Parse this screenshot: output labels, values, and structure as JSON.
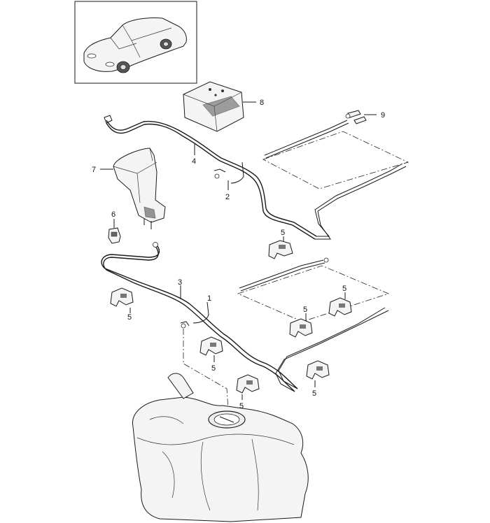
{
  "diagram": {
    "callouts": {
      "c1": "1",
      "c2": "2",
      "c3": "3",
      "c4": "4",
      "c5a": "5",
      "c5b": "5",
      "c5c": "5",
      "c5d": "5",
      "c5e": "5",
      "c5f": "5",
      "c5g": "5",
      "c6": "6",
      "c7": "7",
      "c8": "8",
      "c9": "9"
    }
  }
}
